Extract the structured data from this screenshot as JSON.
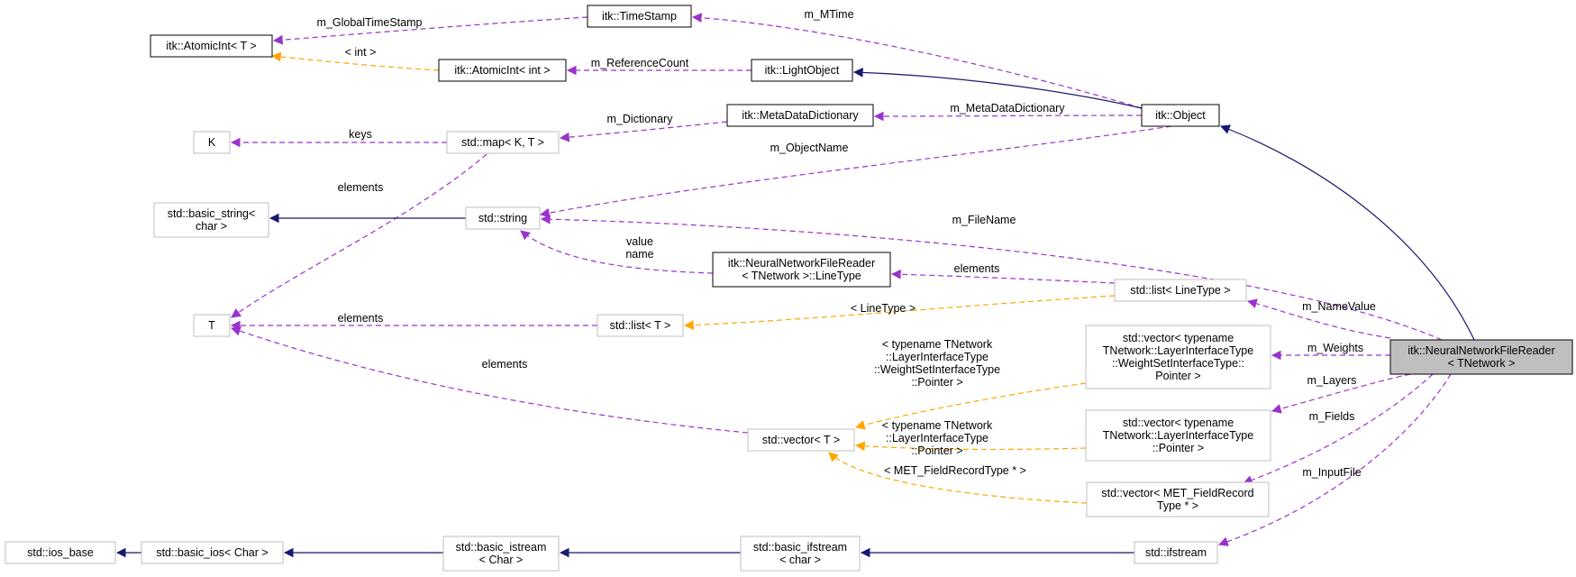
{
  "nodes": {
    "timestamp": {
      "lines": [
        "itk::TimeStamp"
      ],
      "style": "solid"
    },
    "atomicint_t": {
      "lines": [
        "itk::AtomicInt< T >"
      ],
      "style": "solid"
    },
    "atomicint_int": {
      "lines": [
        "itk::AtomicInt< int >"
      ],
      "style": "solid"
    },
    "lightobject": {
      "lines": [
        "itk::LightObject"
      ],
      "style": "solid"
    },
    "metadatadict": {
      "lines": [
        "itk::MetaDataDictionary"
      ],
      "style": "solid"
    },
    "object": {
      "lines": [
        "itk::Object"
      ],
      "style": "solid"
    },
    "k": {
      "lines": [
        "K"
      ],
      "style": "grey"
    },
    "map": {
      "lines": [
        "std::map< K, T >"
      ],
      "style": "grey"
    },
    "basic_string": {
      "lines": [
        "std::basic_string<",
        "char >"
      ],
      "style": "grey"
    },
    "string": {
      "lines": [
        "std::string"
      ],
      "style": "grey"
    },
    "linetype": {
      "lines": [
        "itk::NeuralNetworkFileReader",
        "< TNetwork >::LineType"
      ],
      "style": "solid"
    },
    "list_linetype": {
      "lines": [
        "std::list< LineType >"
      ],
      "style": "grey"
    },
    "t": {
      "lines": [
        "T"
      ],
      "style": "grey"
    },
    "list_t": {
      "lines": [
        "std::list< T >"
      ],
      "style": "grey"
    },
    "vector_weights": {
      "lines": [
        "std::vector< typename",
        "TNetwork::LayerInterfaceType",
        "::WeightSetInterfaceType::",
        "Pointer >"
      ],
      "style": "grey"
    },
    "reader": {
      "lines": [
        "itk::NeuralNetworkFileReader",
        "< TNetwork >"
      ],
      "style": "focus"
    },
    "vector_t": {
      "lines": [
        "std::vector< T >"
      ],
      "style": "grey"
    },
    "vector_layers": {
      "lines": [
        "std::vector< typename",
        "TNetwork::LayerInterfaceType",
        "::Pointer >"
      ],
      "style": "grey"
    },
    "vector_fields": {
      "lines": [
        "std::vector< MET_FieldRecord",
        "Type * >"
      ],
      "style": "grey"
    },
    "ios_base": {
      "lines": [
        "std::ios_base"
      ],
      "style": "grey"
    },
    "basic_ios": {
      "lines": [
        "std::basic_ios< Char >"
      ],
      "style": "grey"
    },
    "basic_istream": {
      "lines": [
        "std::basic_istream",
        "< Char >"
      ],
      "style": "grey"
    },
    "basic_ifstream": {
      "lines": [
        "std::basic_ifstream",
        "< char >"
      ],
      "style": "grey"
    },
    "ifstream": {
      "lines": [
        "std::ifstream"
      ],
      "style": "grey"
    }
  },
  "edges": [
    {
      "from": "timestamp",
      "to": "atomicint_t",
      "type": "member",
      "label": [
        "m_GlobalTimeStamp"
      ]
    },
    {
      "from": "atomicint_int",
      "to": "atomicint_t",
      "type": "template",
      "label": [
        "< int >"
      ]
    },
    {
      "from": "lightobject",
      "to": "atomicint_int",
      "type": "member",
      "label": [
        "m_ReferenceCount"
      ]
    },
    {
      "from": "object",
      "to": "timestamp",
      "type": "member",
      "label": [
        "m_MTime"
      ]
    },
    {
      "from": "object",
      "to": "lightobject",
      "type": "inherit",
      "label": []
    },
    {
      "from": "object",
      "to": "metadatadict",
      "type": "member",
      "label": [
        "m_MetaDataDictionary"
      ]
    },
    {
      "from": "metadatadict",
      "to": "map",
      "type": "member",
      "label": [
        "m_Dictionary"
      ]
    },
    {
      "from": "map",
      "to": "k",
      "type": "member",
      "label": [
        "keys"
      ]
    },
    {
      "from": "map",
      "to": "t",
      "type": "member",
      "label": [
        "elements"
      ]
    },
    {
      "from": "object",
      "to": "string",
      "type": "member",
      "label": [
        "m_ObjectName"
      ]
    },
    {
      "from": "string",
      "to": "basic_string",
      "type": "inherit",
      "label": []
    },
    {
      "from": "reader",
      "to": "string",
      "type": "member",
      "label": [
        "m_FileName"
      ]
    },
    {
      "from": "linetype",
      "to": "string",
      "type": "member",
      "label": [
        "value",
        "name"
      ]
    },
    {
      "from": "list_linetype",
      "to": "linetype",
      "type": "member",
      "label": [
        "elements"
      ]
    },
    {
      "from": "list_linetype",
      "to": "list_t",
      "type": "template",
      "label": [
        "< LineType >"
      ]
    },
    {
      "from": "list_t",
      "to": "t",
      "type": "member",
      "label": [
        "elements"
      ]
    },
    {
      "from": "reader",
      "to": "list_linetype",
      "type": "member",
      "label": [
        "m_NameValue"
      ]
    },
    {
      "from": "reader",
      "to": "vector_weights",
      "type": "member",
      "label": [
        "m_Weights"
      ]
    },
    {
      "from": "reader",
      "to": "object",
      "type": "inherit",
      "label": []
    },
    {
      "from": "vector_t",
      "to": "t",
      "type": "member",
      "label": [
        "elements"
      ]
    },
    {
      "from": "vector_weights",
      "to": "vector_t",
      "type": "template",
      "label": [
        "< typename TNetwork",
        "::LayerInterfaceType",
        "::WeightSetInterfaceType",
        "::Pointer >"
      ]
    },
    {
      "from": "vector_layers",
      "to": "vector_t",
      "type": "template",
      "label": [
        "< typename TNetwork",
        "::LayerInterfaceType",
        "::Pointer >"
      ]
    },
    {
      "from": "vector_fields",
      "to": "vector_t",
      "type": "template",
      "label": [
        "< MET_FieldRecordType * >"
      ]
    },
    {
      "from": "reader",
      "to": "vector_layers",
      "type": "member",
      "label": [
        "m_Layers"
      ]
    },
    {
      "from": "reader",
      "to": "vector_fields",
      "type": "member",
      "label": [
        "m_Fields"
      ]
    },
    {
      "from": "reader",
      "to": "ifstream",
      "type": "member",
      "label": [
        "m_InputFile"
      ]
    },
    {
      "from": "basic_ios",
      "to": "ios_base",
      "type": "inherit",
      "label": []
    },
    {
      "from": "basic_istream",
      "to": "basic_ios",
      "type": "inherit",
      "label": []
    },
    {
      "from": "basic_ifstream",
      "to": "basic_istream",
      "type": "inherit",
      "label": []
    },
    {
      "from": "ifstream",
      "to": "basic_ifstream",
      "type": "inherit",
      "label": []
    }
  ],
  "colors": {
    "inherit": "#191970",
    "member": "#9a32cd",
    "template": "#ffa500"
  }
}
